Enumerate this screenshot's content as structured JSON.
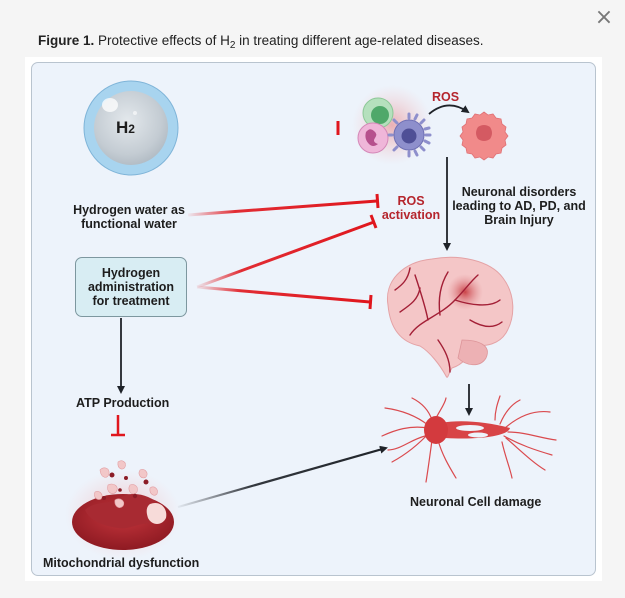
{
  "dialog": {
    "close_icon": "×"
  },
  "caption": {
    "label": "Figure 1.",
    "text_before": " Protective effects of H",
    "subscript": "2",
    "text_after": " in treating different age-related diseases."
  },
  "diagram": {
    "h2_bubble_label": "H",
    "h2_bubble_subscript": "2",
    "hydrogen_water_label": [
      "Hydrogen water as",
      "functional water"
    ],
    "administration_box": "Hydrogen\nadministration\nfor treatment",
    "atp_label": "ATP Production",
    "mito_label": "Mitochondrial dysfunction",
    "ros_top_label": "ROS",
    "ros_activation_label": [
      "ROS",
      "activation"
    ],
    "neuronal_disorders_label": [
      "Neuronal disorders",
      "leading to AD, PD, and",
      "Brain Injury"
    ],
    "neuronal_damage_label": "Neuronal Cell damage",
    "colors": {
      "inhibit": "#e0161d",
      "arrow": "#1f2329",
      "ros_text": "#b5252d",
      "box_fill": "#d8edf3",
      "panel_fill": "#edf3fb"
    }
  }
}
